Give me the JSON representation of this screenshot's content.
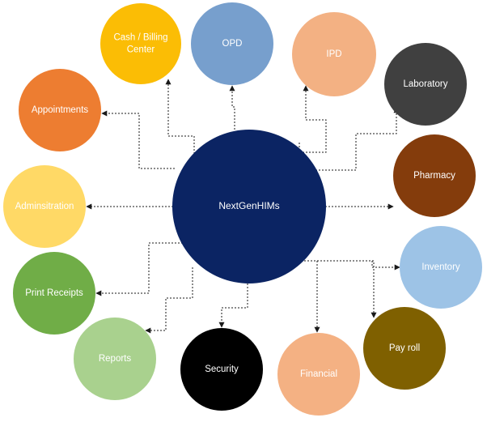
{
  "hub": {
    "label": "NextGenHIMs",
    "color": "#0b2463",
    "text_color": "#ffffff"
  },
  "modules": [
    {
      "id": "cash-billing",
      "lines": [
        "Cash / Billing",
        "Center"
      ],
      "color": "#fbbd05",
      "text_color": "#ffffff"
    },
    {
      "id": "opd",
      "lines": [
        "OPD"
      ],
      "color": "#779fcd",
      "text_color": "#ffffff"
    },
    {
      "id": "ipd",
      "lines": [
        "IPD"
      ],
      "color": "#f3b183",
      "text_color": "#ffffff"
    },
    {
      "id": "laboratory",
      "lines": [
        "Laboratory"
      ],
      "color": "#404040",
      "text_color": "#ffffff"
    },
    {
      "id": "pharmacy",
      "lines": [
        "Pharmacy"
      ],
      "color": "#843c0c",
      "text_color": "#ffffff"
    },
    {
      "id": "inventory",
      "lines": [
        "Inventory"
      ],
      "color": "#9dc3e6",
      "text_color": "#ffffff"
    },
    {
      "id": "payroll",
      "lines": [
        "Pay roll"
      ],
      "color": "#7f6000",
      "text_color": "#ffffff"
    },
    {
      "id": "financial",
      "lines": [
        "Financial"
      ],
      "color": "#f4b183",
      "text_color": "#ffffff"
    },
    {
      "id": "security",
      "lines": [
        "Security"
      ],
      "color": "#000000",
      "text_color": "#ffffff"
    },
    {
      "id": "reports",
      "lines": [
        "Reports"
      ],
      "color": "#a9d18e",
      "text_color": "#ffffff"
    },
    {
      "id": "print-receipts",
      "lines": [
        "Print Receipts"
      ],
      "color": "#70ad47",
      "text_color": "#ffffff"
    },
    {
      "id": "administration",
      "lines": [
        "Adminsitration"
      ],
      "color": "#ffd966",
      "text_color": "#ffffff"
    },
    {
      "id": "appointments",
      "lines": [
        "Appointments"
      ],
      "color": "#ed7d31",
      "text_color": "#ffffff"
    }
  ]
}
